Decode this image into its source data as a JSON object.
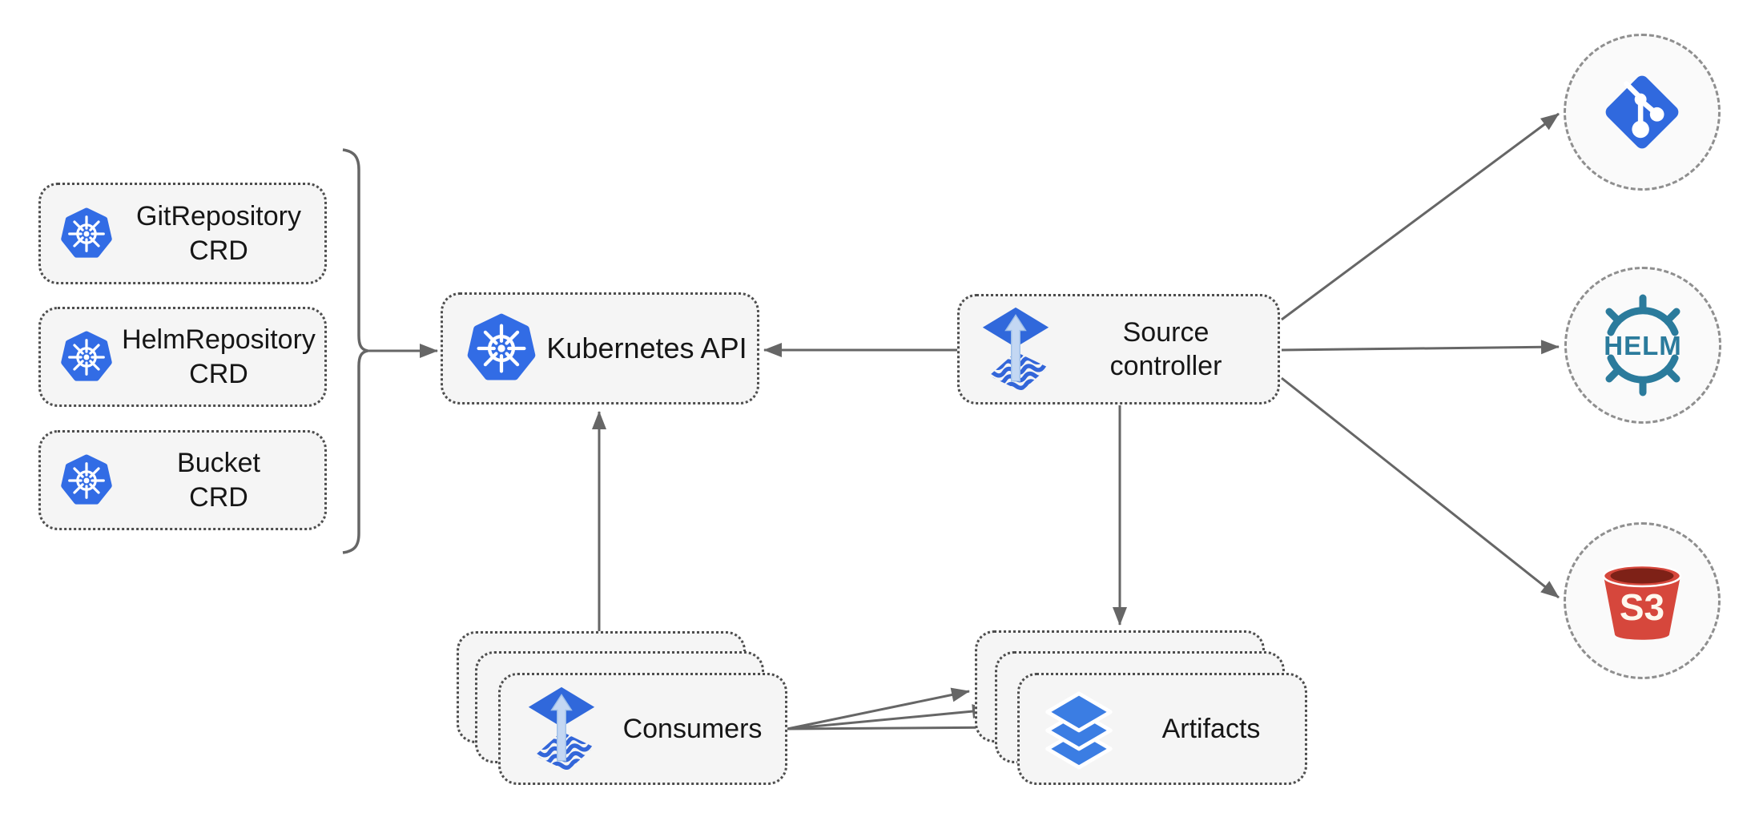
{
  "nodes": {
    "crd_list": [
      {
        "line1": "GitRepository",
        "line2": "CRD"
      },
      {
        "line1": "HelmRepository",
        "line2": "CRD"
      },
      {
        "line1": "Bucket",
        "line2": "CRD"
      }
    ],
    "kubernetes_api": {
      "label": "Kubernetes API"
    },
    "source_controller": {
      "line1": "Source",
      "line2": "controller"
    },
    "consumers": {
      "label": "Consumers"
    },
    "artifacts": {
      "label": "Artifacts"
    },
    "helm": {
      "label": "HELM"
    },
    "s3": {
      "label": "S3"
    }
  },
  "icons": {
    "kubernetes": "kubernetes-wheel-icon",
    "flux": "flux-source-icon",
    "artifacts": "layers-icon",
    "git": "git-branch-icon",
    "helm": "helm-wheel-icon",
    "s3": "s3-bucket-icon"
  },
  "colors": {
    "background": "#ffffff",
    "arrow": "#666666",
    "box_fill": "#f5f5f5",
    "box_border": "#4d4d4d",
    "circle_fill": "#fafafa",
    "circle_border": "#8f8f8f",
    "kubernetes_blue": "#326ce5",
    "flux_blue": "#3068db",
    "flux_arrow_light": "#c3d7f3",
    "git_blue": "#3069de",
    "helm_teal": "#2b7b9c",
    "s3_red": "#d6473c",
    "s3_dark_inner": "#7e2117",
    "layers_blue": "#3b7de3",
    "text": "#161616"
  }
}
